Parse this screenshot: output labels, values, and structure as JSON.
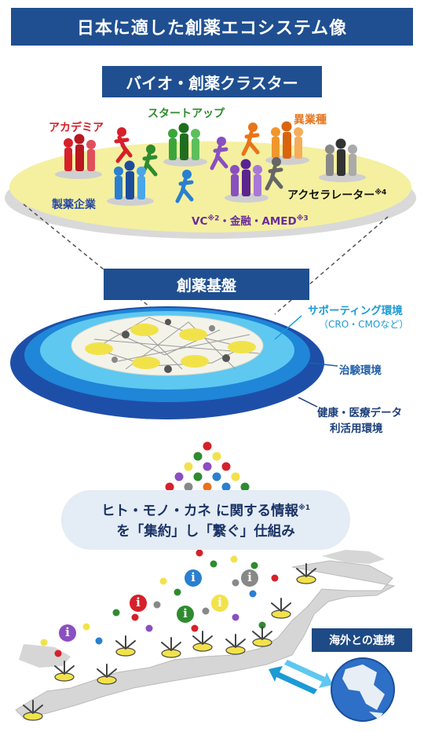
{
  "title": "日本に適した創薬エコシステム像",
  "cluster": {
    "title": "バイオ・創薬クラスター",
    "labels": {
      "academia": "アカデミア",
      "startup": "スタートアップ",
      "other_industry": "異業種",
      "pharma": "製薬企業",
      "vc_prefix": "VC",
      "vc_note": "※2",
      "finance_amed": "・金融・AMED",
      "amed_note": "※3",
      "accelerator": "アクセラレーター",
      "accelerator_note": "※4"
    }
  },
  "base": {
    "title": "創薬基盤",
    "labels": {
      "support": "サポーティング環境",
      "support_sub": "（CRO・CMOなど）",
      "trial": "治験環境",
      "health_data_1": "健康・医療データ",
      "health_data_2": "利活用環境"
    }
  },
  "info": {
    "line1_main": "ヒト・モノ・カネ に関する情報",
    "line1_note": "※1",
    "line2": "を「集約」し「繋ぐ」仕組み",
    "icon_glyph": "i"
  },
  "overseas": {
    "label": "海外との連携"
  },
  "colors": {
    "navy": "#1f4f91",
    "red": "#d6202a",
    "green": "#2e8b2e",
    "orange": "#e8741a",
    "purple": "#6a2d9a",
    "blue": "#2a4aa0",
    "cyan": "#1b9ad6",
    "yellow": "#f2e24a",
    "oval": "#f4f0a0"
  }
}
